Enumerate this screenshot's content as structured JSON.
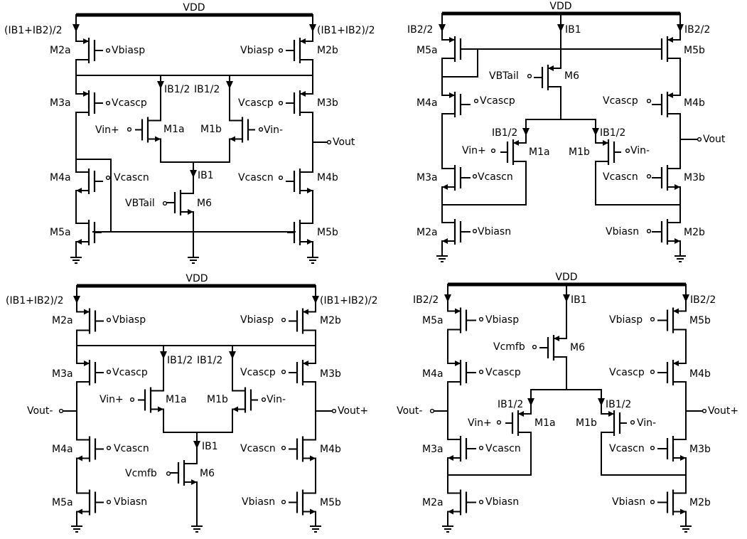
{
  "panels": [
    {
      "vdd": "VDD",
      "top_left_current": "(IB1+IB2)/2",
      "top_right_current": "(IB1+IB2)/2",
      "branch_left_current": "IB1/2",
      "branch_right_current": "IB1/2",
      "tail_current": "IB1",
      "output_label": "Vout",
      "transistors": {
        "M2a": "M2a",
        "M2b": "M2b",
        "M3a": "M3a",
        "M3b": "M3b",
        "M4a": "M4a",
        "M4b": "M4b",
        "M5a": "M5a",
        "M5b": "M5b",
        "M1a": "M1a",
        "M1b": "M1b",
        "M6": "M6"
      },
      "bias": {
        "vbiasp": "Vbiasp",
        "vcascp": "Vcascp",
        "vcascn": "Vcascn",
        "vtail": "VBTail",
        "vinp": "Vin+",
        "vinm": "Vin-"
      }
    },
    {
      "vdd": "VDD",
      "top_left_current": "IB2/2",
      "top_mid_current": "IB1",
      "top_right_current": "IB2/2",
      "branch_left_current": "IB1/2",
      "branch_right_current": "IB1/2",
      "output_label": "Vout",
      "transistors": {
        "M5a": "M5a",
        "M5b": "M5b",
        "M4a": "M4a",
        "M4b": "M4b",
        "M3a": "M3a",
        "M3b": "M3b",
        "M2a": "M2a",
        "M2b": "M2b",
        "M1a": "M1a",
        "M1b": "M1b",
        "M6": "M6"
      },
      "bias": {
        "vtail": "VBTail",
        "vcascp": "Vcascp",
        "vcascn": "Vcascn",
        "vbiasn": "Vbiasn",
        "vinp": "Vin+",
        "vinm": "Vin-"
      }
    },
    {
      "vdd": "VDD",
      "top_left_current": "(IB1+IB2)/2",
      "top_right_current": "(IB1+IB2)/2",
      "branch_left_current": "IB1/2",
      "branch_right_current": "IB1/2",
      "tail_current": "IB1",
      "out_minus": "Vout-",
      "out_plus": "Vout+",
      "transistors": {
        "M2a": "M2a",
        "M2b": "M2b",
        "M3a": "M3a",
        "M3b": "M3b",
        "M4a": "M4a",
        "M4b": "M4b",
        "M5a": "M5a",
        "M5b": "M5b",
        "M1a": "M1a",
        "M1b": "M1b",
        "M6": "M6"
      },
      "bias": {
        "vbiasp": "Vbiasp",
        "vcascp": "Vcascp",
        "vcascn": "Vcascn",
        "vbiasn": "Vbiasn",
        "vcmfb": "Vcmfb",
        "vinp": "Vin+",
        "vinm": "Vin-"
      }
    },
    {
      "vdd": "VDD",
      "top_left_current": "IB2/2",
      "top_mid_current": "IB1",
      "top_right_current": "IB2/2",
      "branch_left_current": "IB1/2",
      "branch_right_current": "IB1/2",
      "out_minus": "Vout-",
      "out_plus": "Vout+",
      "transistors": {
        "M5a": "M5a",
        "M5b": "M5b",
        "M4a": "M4a",
        "M4b": "M4b",
        "M3a": "M3a",
        "M3b": "M3b",
        "M2a": "M2a",
        "M2b": "M2b",
        "M1a": "M1a",
        "M1b": "M1b",
        "M6": "M6"
      },
      "bias": {
        "vbiasp": "Vbiasp",
        "vcascp": "Vcascp",
        "vcascn": "Vcascn",
        "vbiasn": "Vbiasn",
        "vcmfb": "Vcmfb",
        "vinp": "Vin+",
        "vinm": "Vin-"
      }
    }
  ]
}
